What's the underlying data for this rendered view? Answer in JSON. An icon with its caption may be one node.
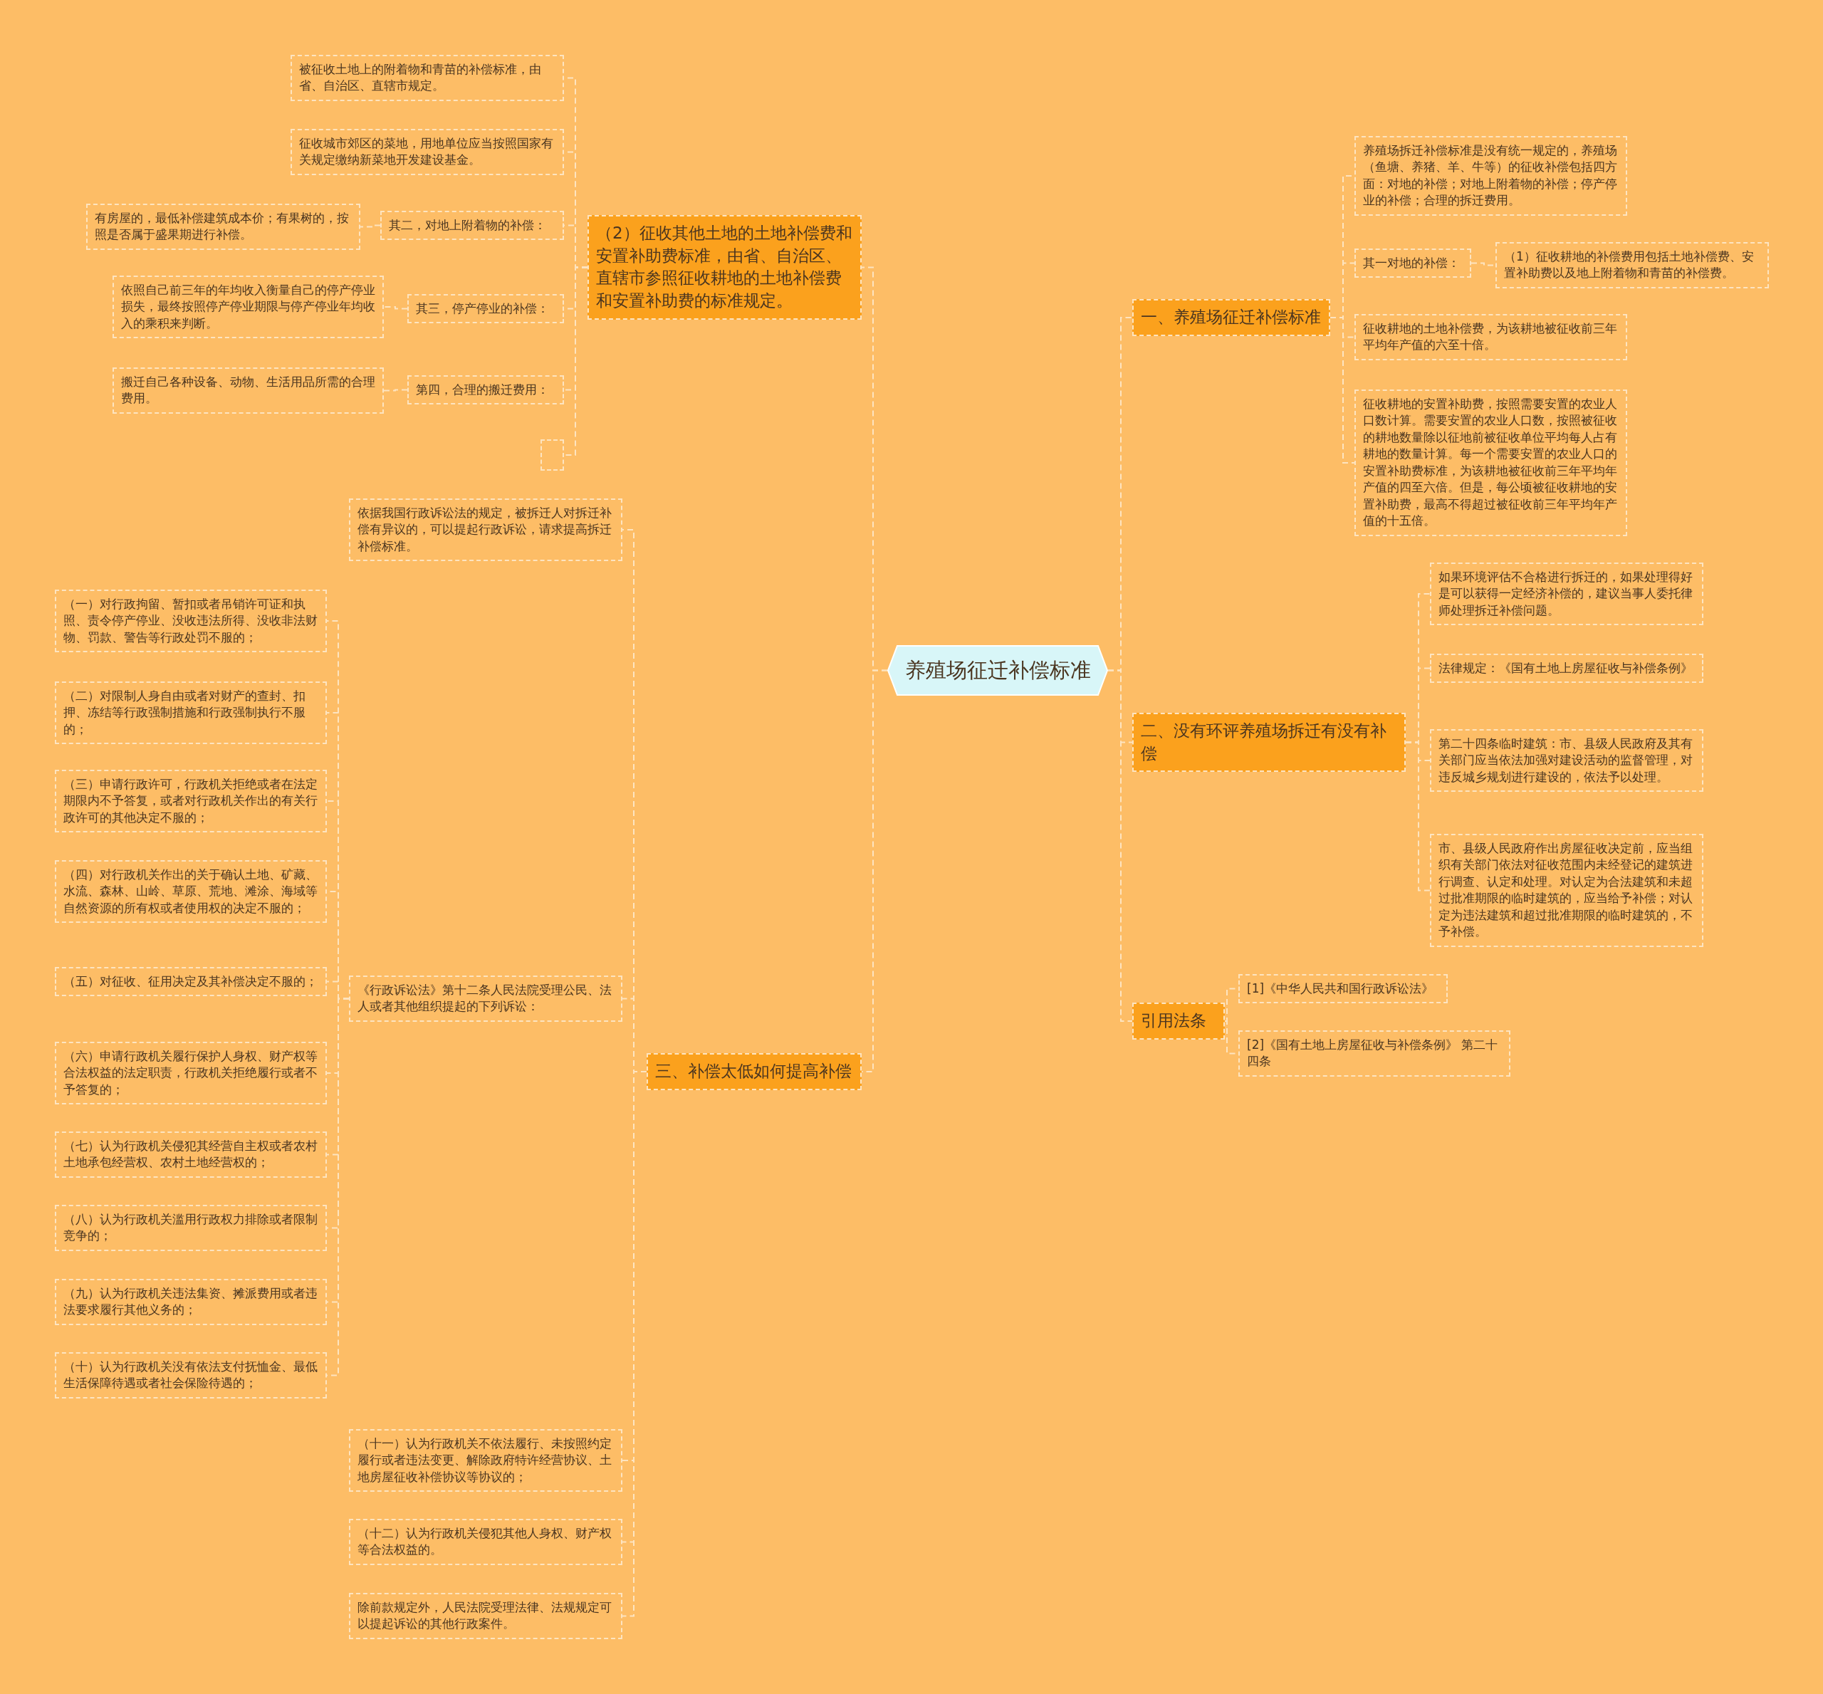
{
  "diagram": {
    "nodes": [
      {
        "text": [
          "养殖场征迁补偿标准"
        ]
      },
      {
        "text": [
          "一、养殖场征迁补偿标准"
        ]
      },
      {
        "text": [
          "养殖场拆迁补偿标准是没有统一规定的，养殖场（鱼塘、养猪、羊、牛等）的征收补偿包括四方面：对地的补偿；对地上附着物的补偿；停产停业的补偿；合理的拆迁费用。"
        ]
      },
      {
        "text": [
          "其一对地的补偿："
        ]
      },
      {
        "text": [
          "（1）征收耕地的补偿费用包括土地补偿费、安置补助费以及地上附着物和青苗的补偿费。"
        ]
      },
      {
        "text": [
          "征收耕地的土地补偿费，为该耕地被征收前三年平均年产值的六至十倍。"
        ]
      },
      {
        "text": [
          "征收耕地的安置补助费，按照需要安置的农业人口数计算。需要安置的农业人口数，按照被征收的耕地数量除以征地前被征收单位平均每人占有耕地的数量计算。每一个需要安置的农业人口的安置补助费标准，为该耕地被征收前三年平均年产值的四至六倍。但是，每公顷被征收耕地的安置补助费，最高不得超过被征收前三年平均年产值的十五倍。"
        ]
      },
      {
        "text": [
          "二、没有环评养殖场拆迁有没有补偿"
        ]
      },
      {
        "text": [
          "如果环境评估不合格进行拆迁的，如果处理得好是可以获得一定经济补偿的，建议当事人委托律师处理拆迁补偿问题。"
        ]
      },
      {
        "text": [
          "法律规定：《国有土地上房屋征收与补偿条例》"
        ]
      },
      {
        "text": [
          "第二十四条临时建筑：市、县级人民政府及其有关部门应当依法加强对建设活动的监督管理，对违反城乡规划进行建设的，依法予以处理。"
        ]
      },
      {
        "text": [
          "市、县级人民政府作出房屋征收决定前，应当组织有关部门依法对征收范围内未经登记的建筑进行调查、认定和处理。对认定为合法建筑和未超过批准期限的临时建筑的，应当给予补偿；对认定为违法建筑和超过批准期限的临时建筑的，不予补偿。"
        ]
      },
      {
        "text": [
          "引用法条"
        ]
      },
      {
        "text": [
          "[1]《中华人民共和国行政诉讼法》"
        ]
      },
      {
        "text": [
          "[2]《国有土地上房屋征收与补偿条例》 第二十四条"
        ]
      },
      {
        "text": [
          "（2）征收其他土地的土地补偿费和安置补助费标准，由省、自治区、直辖市参照征收耕地的土地补偿费和安置补助费的标准规定。"
        ]
      },
      {
        "text": [
          "被征收土地上的附着物和青苗的补偿标准，由省、自治区、直辖市规定。"
        ]
      },
      {
        "text": [
          "征收城市郊区的菜地，用地单位应当按照国家有关规定缴纳新菜地开发建设基金。"
        ]
      },
      {
        "text": [
          "其二，对地上附着物的补偿："
        ]
      },
      {
        "text": [
          "有房屋的，最低补偿建筑成本价；有果树的，按照是否属于盛果期进行补偿。"
        ]
      },
      {
        "text": [
          "其三，停产停业的补偿："
        ]
      },
      {
        "text": [
          "依照自己前三年的年均收入衡量自己的停产停业损失，最终按照停产停业期限与停产停业年均收入的乘积来判断。"
        ]
      },
      {
        "text": [
          "第四，合理的搬迁费用："
        ]
      },
      {
        "text": [
          "搬迁自己各种设备、动物、生活用品所需的合理费用。"
        ]
      },
      {
        "text": [],
        "shape": "box"
      },
      {
        "text": [
          "三、补偿太低如何提高补偿"
        ]
      },
      {
        "text": [
          "依据我国行政诉讼法的规定，被拆迁人对拆迁补偿有异议的，可以提起行政诉讼，请求提高拆迁补偿标准。"
        ]
      },
      {
        "text": [
          "《行政诉讼法》第十二条人民法院受理公民、法人或者其他组织提起的下列诉讼："
        ]
      },
      {
        "text": [
          "（一）对行政拘留、暂扣或者吊销许可证和执照、责令停产停业、没收违法所得、没收非法财物、罚款、警告等行政处罚不服的；"
        ]
      },
      {
        "text": [
          "（二）对限制人身自由或者对财产的查封、扣押、冻结等行政强制措施和行政强制执行不服的；"
        ]
      },
      {
        "text": [
          "（三）申请行政许可，行政机关拒绝或者在法定期限内不予答复，或者对行政机关作出的有关行政许可的其他决定不服的；"
        ]
      },
      {
        "text": [
          "（四）对行政机关作出的关于确认土地、矿藏、水流、森林、山岭、草原、荒地、滩涂、海域等自然资源的所有权或者使用权的决定不服的；"
        ]
      },
      {
        "text": [
          "（五）对征收、征用决定及其补偿决定不服的；"
        ]
      },
      {
        "text": [
          "（六）申请行政机关履行保护人身权、财产权等合法权益的法定职责，行政机关拒绝履行或者不予答复的；"
        ]
      },
      {
        "text": [
          "（七）认为行政机关侵犯其经营自主权或者农村土地承包经营权、农村土地经营权的；"
        ]
      },
      {
        "text": [
          "（八）认为行政机关滥用行政权力排除或者限制竞争的；"
        ]
      },
      {
        "text": [
          "（九）认为行政机关违法集资、摊派费用或者违法要求履行其他义务的；"
        ]
      },
      {
        "text": [
          "（十）认为行政机关没有依法支付抚恤金、最低生活保障待遇或者社会保险待遇的；"
        ]
      },
      {
        "text": [
          "（十一）认为行政机关不依法履行、未按照约定履行或者违法变更、解除政府特许经营协议、土地房屋征收补偿协议等协议的；"
        ]
      },
      {
        "text": [
          "（十二）认为行政机关侵犯其他人身权、财产权等合法权益的。"
        ]
      },
      {
        "text": [
          "除前款规定外，人民法院受理法律、法规规定可以提起诉讼的其他行政案件。"
        ]
      }
    ],
    "edges": [
      {
        "from": 0,
        "to": 1,
        "arrow": "none"
      },
      {
        "from": 1,
        "to": 2,
        "arrow": "none"
      },
      {
        "from": 1,
        "to": 3,
        "arrow": "none"
      },
      {
        "from": 3,
        "to": 4,
        "arrow": "none"
      },
      {
        "from": 1,
        "to": 5,
        "arrow": "none"
      },
      {
        "from": 1,
        "to": 6,
        "arrow": "none"
      },
      {
        "from": 0,
        "to": 7,
        "arrow": "none"
      },
      {
        "from": 7,
        "to": 8,
        "arrow": "none"
      },
      {
        "from": 7,
        "to": 9,
        "arrow": "none"
      },
      {
        "from": 7,
        "to": 10,
        "arrow": "none"
      },
      {
        "from": 7,
        "to": 11,
        "arrow": "none"
      },
      {
        "from": 0,
        "to": 12,
        "arrow": "none"
      },
      {
        "from": 12,
        "to": 13,
        "arrow": "none"
      },
      {
        "from": 12,
        "to": 14,
        "arrow": "none"
      },
      {
        "from": 0,
        "to": 15,
        "arrow": "none"
      },
      {
        "from": 15,
        "to": 16,
        "arrow": "none"
      },
      {
        "from": 15,
        "to": 17,
        "arrow": "none"
      },
      {
        "from": 15,
        "to": 18,
        "arrow": "none"
      },
      {
        "from": 18,
        "to": 19,
        "arrow": "none"
      },
      {
        "from": 15,
        "to": 20,
        "arrow": "none"
      },
      {
        "from": 20,
        "to": 21,
        "arrow": "none"
      },
      {
        "from": 15,
        "to": 22,
        "arrow": "none"
      },
      {
        "from": 22,
        "to": 23,
        "arrow": "none"
      },
      {
        "from": 15,
        "to": 24,
        "arrow": "none"
      },
      {
        "from": 0,
        "to": 25,
        "arrow": "none"
      },
      {
        "from": 25,
        "to": 26,
        "arrow": "none"
      },
      {
        "from": 25,
        "to": 27,
        "arrow": "none"
      },
      {
        "from": 27,
        "to": 28,
        "arrow": "none"
      },
      {
        "from": 27,
        "to": 29,
        "arrow": "none"
      },
      {
        "from": 27,
        "to": 30,
        "arrow": "none"
      },
      {
        "from": 27,
        "to": 31,
        "arrow": "none"
      },
      {
        "from": 27,
        "to": 32,
        "arrow": "none"
      },
      {
        "from": 27,
        "to": 33,
        "arrow": "none"
      },
      {
        "from": 27,
        "to": 34,
        "arrow": "none"
      },
      {
        "from": 27,
        "to": 35,
        "arrow": "none"
      },
      {
        "from": 27,
        "to": 36,
        "arrow": "none"
      },
      {
        "from": 27,
        "to": 37,
        "arrow": "none"
      },
      {
        "from": 25,
        "to": 38,
        "arrow": "none"
      },
      {
        "from": 25,
        "to": 39,
        "arrow": "none"
      },
      {
        "from": 25,
        "to": 40,
        "arrow": "none"
      }
    ]
  }
}
